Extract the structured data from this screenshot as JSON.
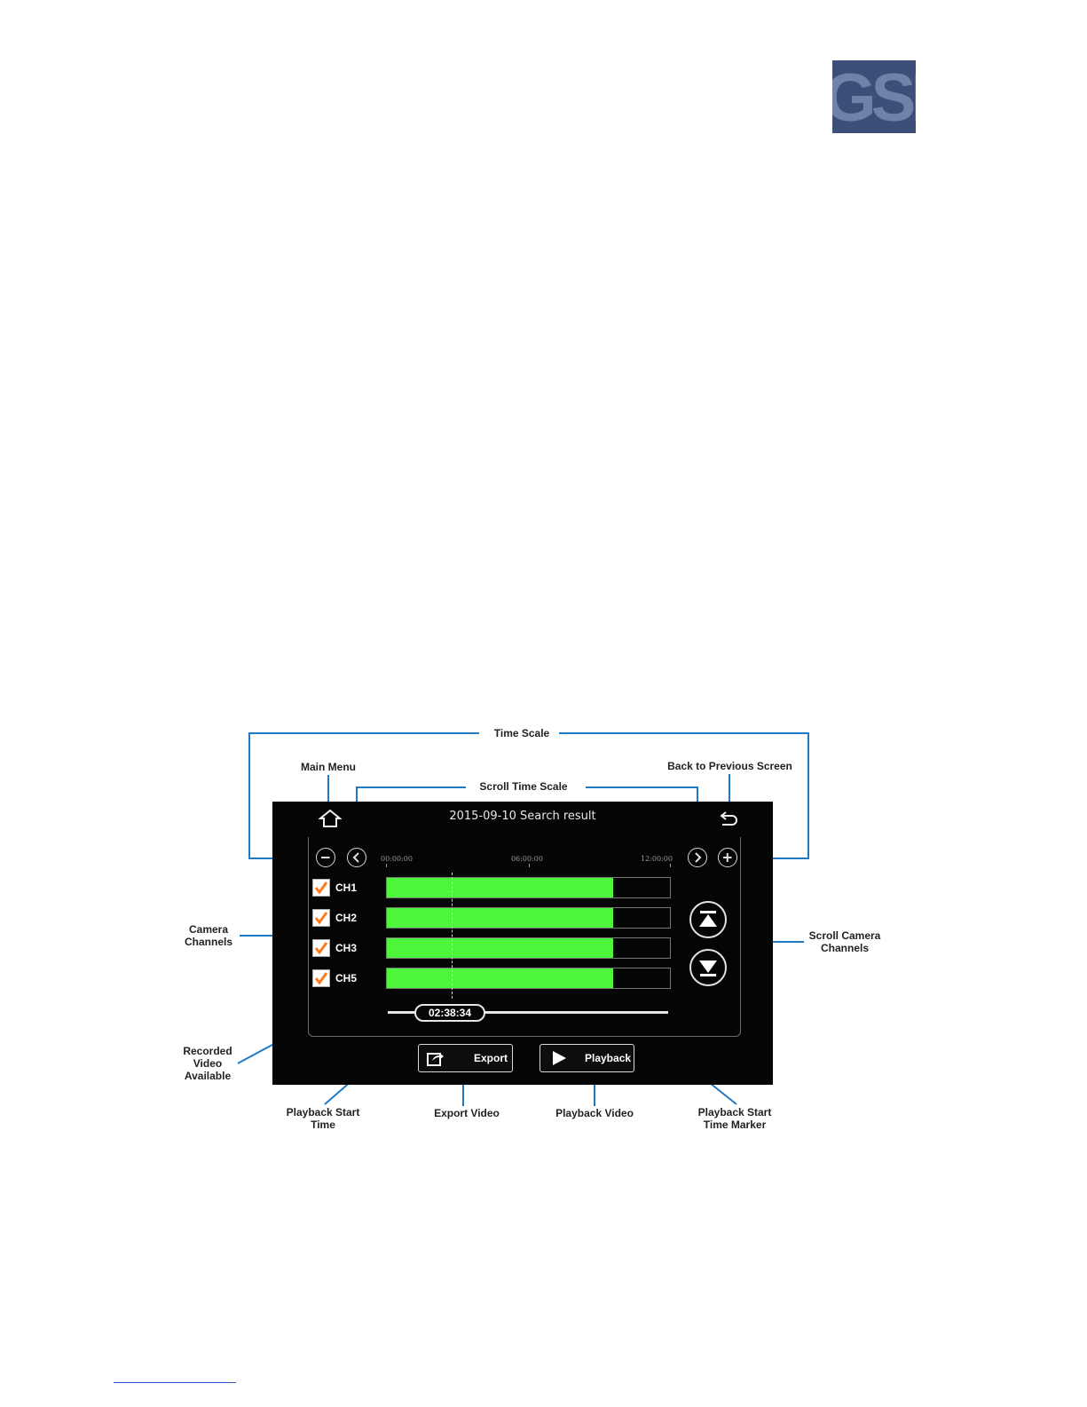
{
  "logo": {
    "text": "GSI",
    "color": "#3b4f78"
  },
  "screen": {
    "title": "2015-09-10  Search result",
    "time_scale": {
      "ticks": [
        "00:00:00",
        "06:00:00",
        "12:00:00"
      ]
    },
    "channels": [
      {
        "label": "CH1",
        "checked": true,
        "recorded_fraction": 0.8
      },
      {
        "label": "CH2",
        "checked": true,
        "recorded_fraction": 0.8
      },
      {
        "label": "CH3",
        "checked": true,
        "recorded_fraction": 0.8
      },
      {
        "label": "CH5",
        "checked": true,
        "recorded_fraction": 0.8
      }
    ],
    "playback_start_time": "02:38:34",
    "buttons": {
      "export": "Export",
      "playback": "Playback"
    },
    "colors": {
      "recorded": "#4cf63a",
      "check": "#ff7a1a",
      "background": "#050505"
    }
  },
  "annotations": {
    "time_scale": "Time Scale",
    "main_menu": "Main Menu",
    "scroll_time_scale": "Scroll Time Scale",
    "back_previous": "Back to Previous Screen",
    "camera_channels": "Camera Channels",
    "scroll_camera_channels": "Scroll Camera Channels",
    "recorded_video": "Recorded Video Available",
    "playback_start_time": "Playback Start Time",
    "export_video": "Export Video",
    "playback_video": "Playback Video",
    "playback_marker": "Playback Start Time Marker",
    "line_color": "#1f79c4"
  }
}
